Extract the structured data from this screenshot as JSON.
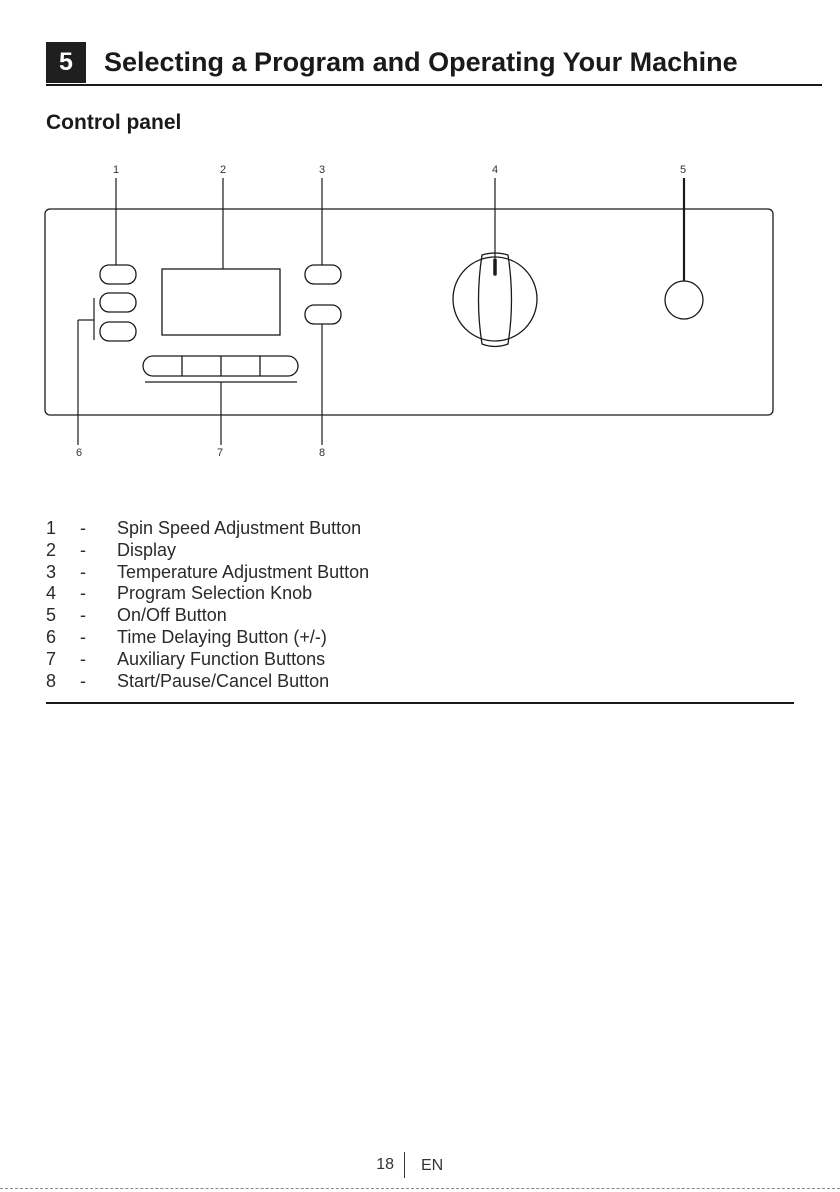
{
  "section": {
    "number": "5",
    "title": "Selecting a Program and Operating Your Machine"
  },
  "subheading": "Control panel",
  "diagram": {
    "callouts_top": [
      "1",
      "2",
      "3",
      "4",
      "5"
    ],
    "callouts_bottom": [
      "6",
      "7",
      "8"
    ]
  },
  "legend": [
    {
      "num": "1",
      "dash": "-",
      "label": "Spin Speed Adjustment Button"
    },
    {
      "num": "2",
      "dash": "-",
      "label": "Display"
    },
    {
      "num": "3",
      "dash": "-",
      "label": "Temperature Adjustment Button"
    },
    {
      "num": "4",
      "dash": "-",
      "label": "Program Selection Knob"
    },
    {
      "num": "5",
      "dash": "-",
      "label": "On/Off Button"
    },
    {
      "num": "6",
      "dash": "-",
      "label": "Time Delaying Button (+/-)"
    },
    {
      "num": "7",
      "dash": "-",
      "label": "Auxiliary Function Buttons"
    },
    {
      "num": "8",
      "dash": "-",
      "label": "Start/Pause/Cancel Button"
    }
  ],
  "footer": {
    "page": "18",
    "lang": "EN"
  }
}
